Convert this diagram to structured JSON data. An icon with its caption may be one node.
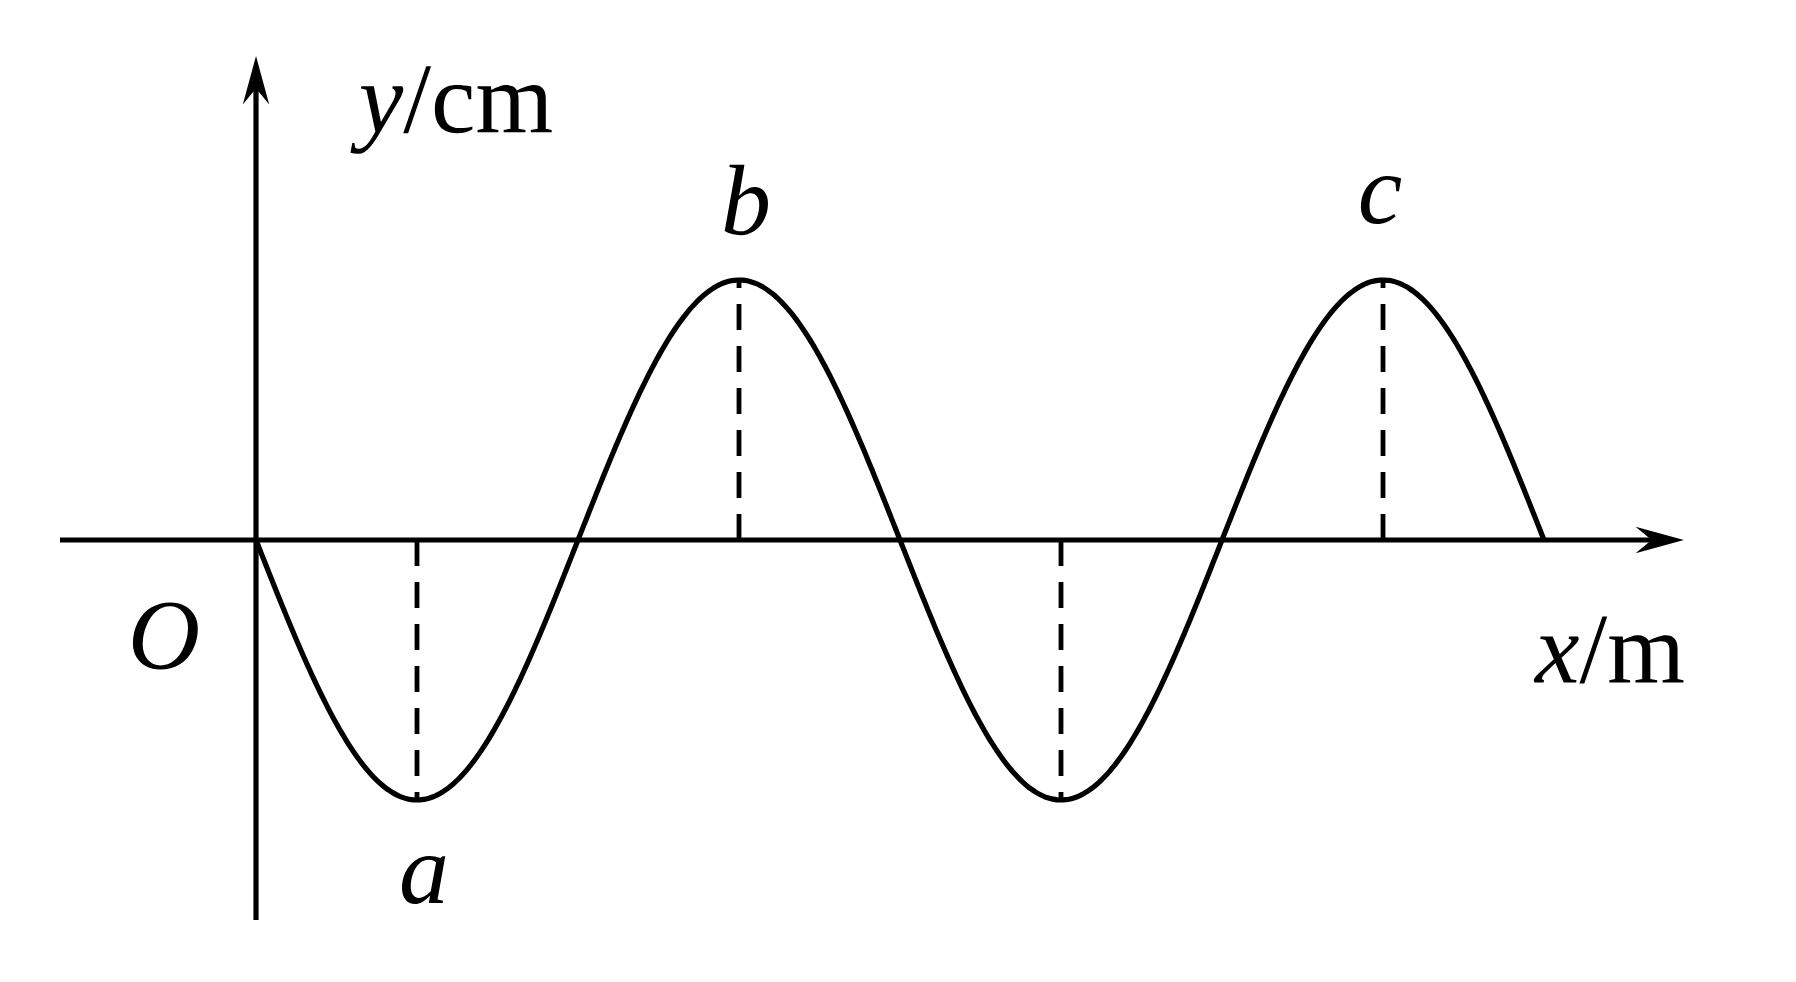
{
  "diagram": {
    "labels": [
      "*y*/cm",
      "b",
      "c",
      "O",
      "*x*/m",
      "a"
    ]
  }
}
